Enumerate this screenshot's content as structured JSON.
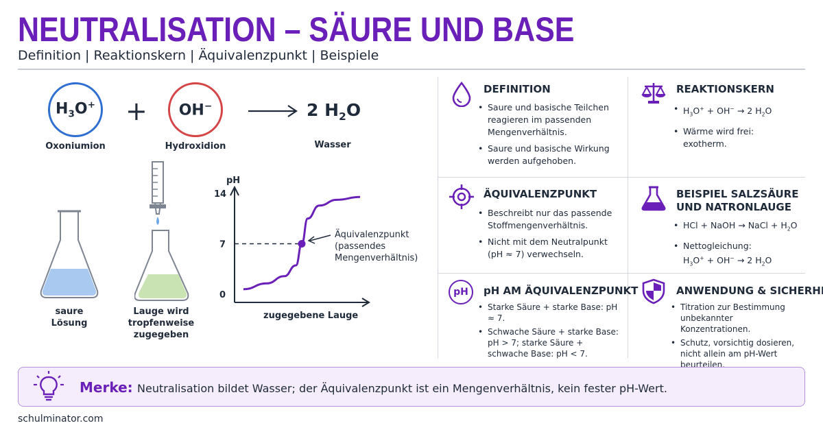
{
  "header": {
    "title": "NEUTRALISATION – SÄURE UND BASE",
    "subtitle": "Definition | Reaktionskern | Äquivalenzpunkt | Beispiele"
  },
  "reaction": {
    "left_ion_main": "H",
    "left_ion_sub": "3",
    "left_ion_main2": "O",
    "left_ion_sup": "+",
    "left_label": "Oxoniumion",
    "plus": "+",
    "right_ion_main": "OH",
    "right_ion_sup": "−",
    "right_label": "Hydroxidion",
    "product_coef": "2 H",
    "product_sub": "2",
    "product_tail": "O",
    "product_label": "Wasser"
  },
  "flasks": {
    "acid_caption_1": "saure",
    "acid_caption_2": "Lösung",
    "base_caption_1": "Lauge wird",
    "base_caption_2": "tropfenweise zugegeben"
  },
  "chart_data": {
    "type": "line",
    "ylabel": "pH",
    "xlabel": "zugegebene Lauge",
    "ylim": [
      0,
      14
    ],
    "y_ticks": [
      "14",
      "7",
      "0"
    ],
    "y_tick_values": [
      14,
      7,
      0
    ],
    "equivalence_point": {
      "x": 0.5,
      "y": 7
    },
    "series": [
      {
        "x": [
          0,
          0.2,
          0.35,
          0.45,
          0.5,
          0.55,
          0.65,
          0.8,
          1.0
        ],
        "y": [
          0.7,
          1.5,
          2.5,
          4.0,
          7,
          10.5,
          12.3,
          13.1,
          13.5
        ]
      }
    ],
    "annotation_1": "Äquivalenzpunkt",
    "annotation_2": "(passendes",
    "annotation_3": "Mengenverhältnis)",
    "colors": {
      "curve": "#6a1fb8",
      "axis": "#1f2a3a"
    }
  },
  "cards": {
    "definition": {
      "icon": "drop-icon",
      "title": "DEFINITION",
      "items": [
        "Saure und basische Teilchen reagieren im passenden Mengenverhältnis.",
        "Saure und basische Wirkung werden aufgehoben."
      ]
    },
    "reaktionskern": {
      "icon": "scale-icon",
      "title": "REAKTIONSKERN",
      "eq_a": "H",
      "eq_a_sub": "3",
      "eq_a_tail": "O",
      "eq_a_sup": "+",
      "eq_plus": " + OH",
      "eq_minus": "−",
      "eq_arrow": " → 2 H",
      "eq_sub2": "2",
      "eq_end": "O",
      "item2": "Wärme wird frei: exotherm."
    },
    "aequivalenz": {
      "icon": "target-icon",
      "title": "ÄQUIVALENZPUNKT",
      "items": [
        "Beschreibt nur das passende Stoffmengenverhältnis.",
        "Nicht mit dem Neutralpunkt (pH ≈ 7) verwechseln."
      ]
    },
    "beispiel": {
      "icon": "flask-icon",
      "title_1": "BEISPIEL SALZSÄURE",
      "title_2": "UND NATRONLAUGE",
      "eq1_a": "HCl + NaOH → NaCl + H",
      "eq1_sub": "2",
      "eq1_end": "O",
      "item2_label": "Nettogleichung:",
      "eq2_a": "H",
      "eq2_sub": "3",
      "eq2_b": "O",
      "eq2_sup": "+",
      "eq2_c": " + OH",
      "eq2_minus": "−",
      "eq2_d": " → 2 H",
      "eq2_sub2": "2",
      "eq2_e": "O"
    },
    "ph": {
      "icon": "ph-badge-icon",
      "icon_text": "pH",
      "title": "pH AM ÄQUIVALENZPUNKT",
      "items": [
        "Starke Säure + starke Base: pH ≈ 7.",
        "Schwache Säure + starke Base: pH > 7; starke Säure + schwache Base: pH < 7."
      ]
    },
    "anwendung": {
      "icon": "shield-icon",
      "title": "ANWENDUNG & SICHERHEIT",
      "items": [
        "Titration zur Bestimmung unbekannter Konzentrationen.",
        "Schutz, vorsichtig dosieren, nicht allein am pH-Wert beurteilen."
      ]
    }
  },
  "merke": {
    "icon": "lightbulb-icon",
    "label": "Merke:",
    "text": "Neutralisation bildet Wasser; der Äquivalenzpunkt ist ein Mengenverhältnis, kein fester pH-Wert."
  },
  "footer": {
    "site": "schulminator.com"
  }
}
